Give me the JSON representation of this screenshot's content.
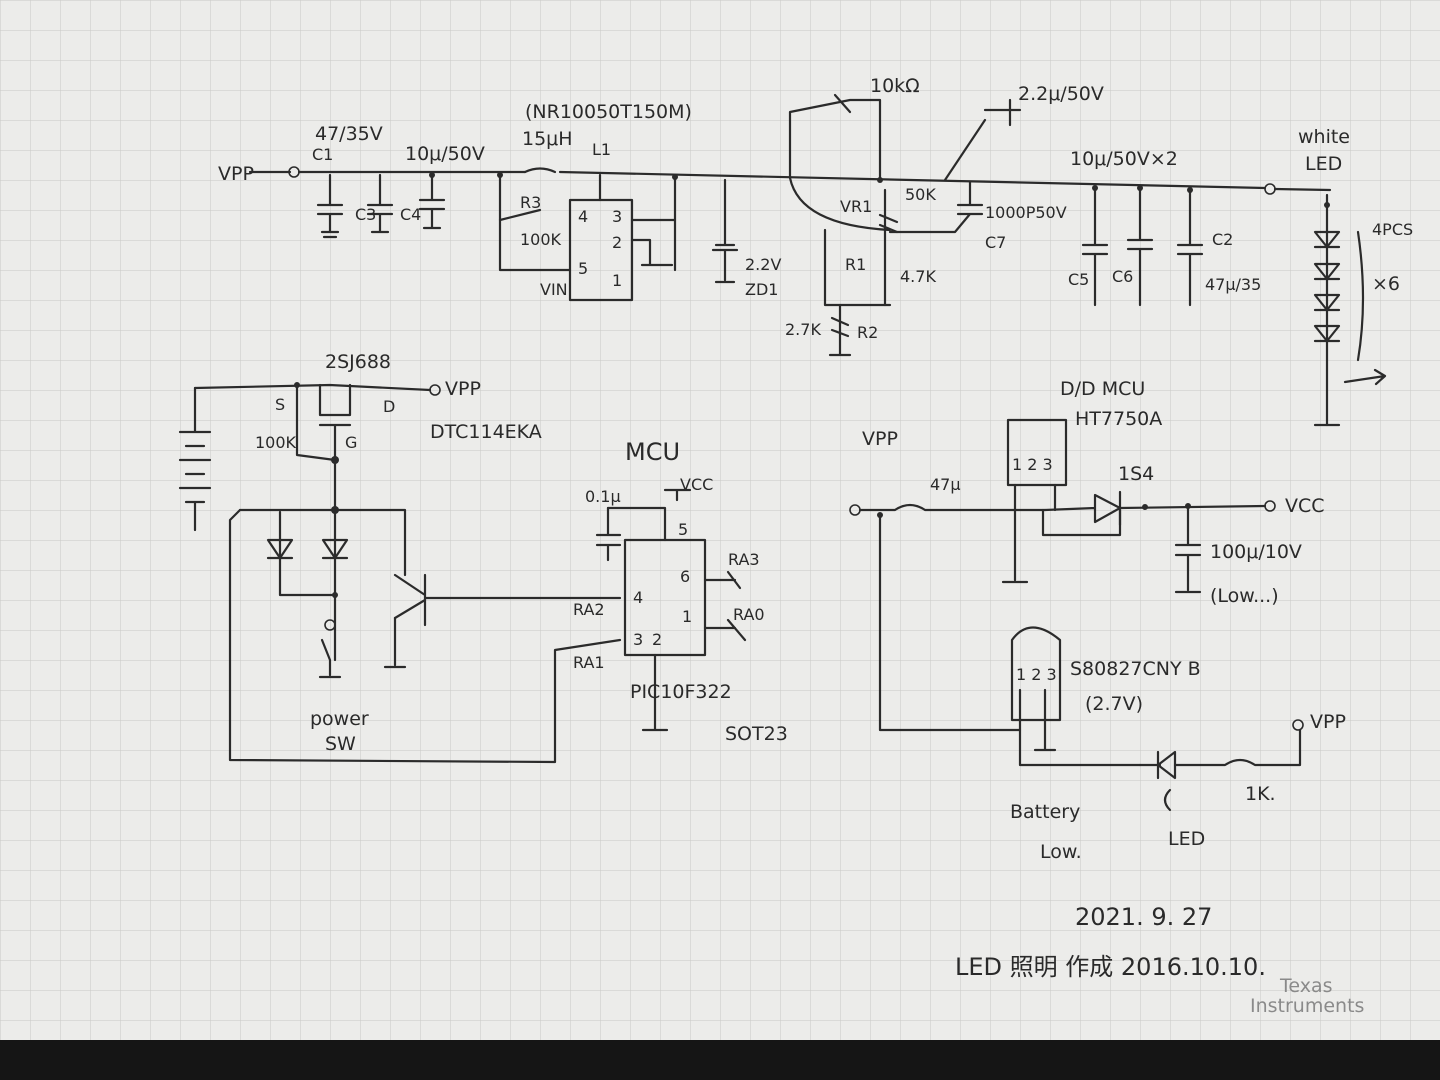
{
  "labels": {
    "vpp_in": "VPP",
    "c1_val": "47/35V",
    "c1_name": "C1",
    "c3_val": "10μ/50V",
    "c3_name": "C3",
    "c4_name": "C4",
    "l1_part": "(NR10050T150M)",
    "l1_val": "15μH",
    "l1_name": "L1",
    "r3_name": "R3",
    "r3_val": "100K",
    "ic_pin4": "4",
    "ic_pin3": "3",
    "ic_pin2": "2",
    "ic_pin5": "5",
    "ic_pin1": "1",
    "vin": "VIN",
    "zd1_val": "2.2V",
    "zd1_name": "ZD1",
    "r_top": "10kΩ",
    "c7_top_val": "2.2μ/50V",
    "vr1_name": "VR1",
    "vr1_val": "50K",
    "c7_val": "1000P50V",
    "c7_name": "C7",
    "r1_name": "R1",
    "r1_val": "4.7K",
    "r2_val": "2.7K",
    "r2_name": "R2",
    "c56_val": "10μ/50V×2",
    "c5_name": "C5",
    "c6_name": "C6",
    "c2_name": "C2",
    "c2_val": "47μ/35",
    "white_led_1": "white",
    "white_led_2": "LED",
    "pcs": "4PCS",
    "times6": "×6",
    "fet": "2SJ688",
    "vpp_fet": "VPP",
    "fet_s": "S",
    "fet_d": "D",
    "fet_g": "G",
    "r_fet": "100K",
    "dtc": "DTC114EKA",
    "power_sw_1": "power",
    "power_sw_2": "SW",
    "mcu": "MCU",
    "cap_mcu": "0.1μ",
    "vcc_mcu": "VCC",
    "mcu_pin5": "5",
    "mcu_pin6": "6",
    "mcu_pin4": "4",
    "mcu_pin1": "1",
    "mcu_pin3": "3",
    "mcu_pin2": "2",
    "ra3": "RA3",
    "ra2": "RA2",
    "ra0": "RA0",
    "ra1": "RA1",
    "pic": "PIC10F322",
    "sot": "SOT23",
    "dd_title": "D/D MCU",
    "ht": "HT7750A",
    "vpp_dd": "VPP",
    "l_dd": "47μ",
    "ht_pins": "1 2 3",
    "diode_dd": "1S4",
    "vcc_dd": "VCC",
    "c_dd": "100μ/10V",
    "c_dd_note": "(Low...)",
    "det": "S80827CNY B",
    "det_v": "(2.7V)",
    "det_pins": "1 2 3",
    "vpp_led": "VPP",
    "r_led": "1K.",
    "batt_1": "Battery",
    "batt_2": "Low.",
    "led_lbl": "LED",
    "date": "2021. 9. 27",
    "footer": "LED 照明 作成 2016.10.10.",
    "brand_1": "Texas",
    "brand_2": "Instruments"
  },
  "colors": {
    "paper": "#ececea",
    "grid": "#c9c9c6",
    "ink": "#2b2b2b",
    "watermark": "#8a8a8a"
  }
}
